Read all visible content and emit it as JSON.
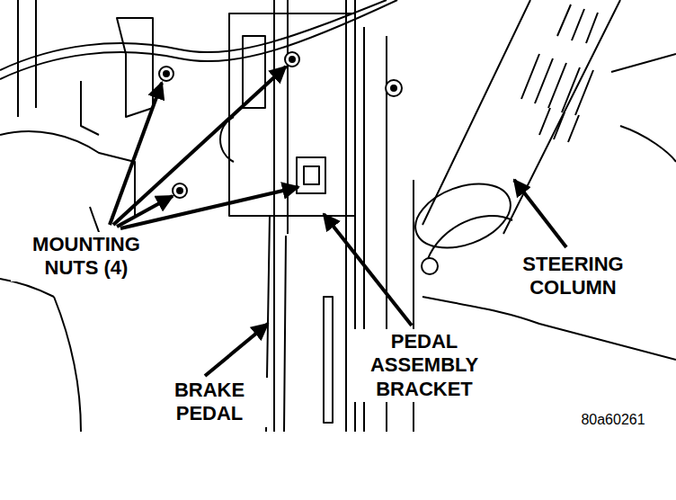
{
  "diagram": {
    "labels": [
      "MOUNTING NUTS (4)",
      "STEERING COLUMN",
      "PEDAL ASSEMBLY BRACKET",
      "BRAKE PEDAL",
      "80a60261"
    ]
  }
}
